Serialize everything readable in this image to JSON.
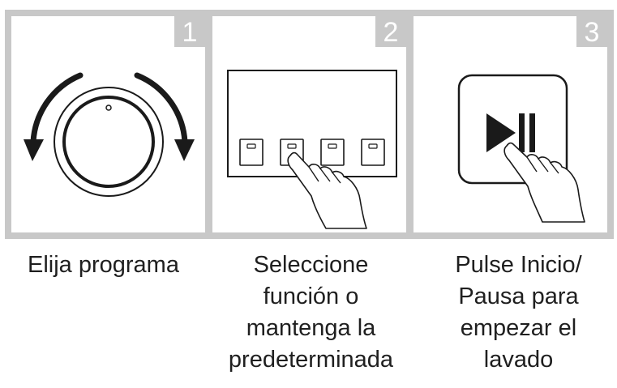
{
  "steps": [
    {
      "number": "1",
      "icon": "rotary-knob-icon",
      "caption": [
        "Elija  programa"
      ]
    },
    {
      "number": "2",
      "icon": "function-buttons-icon",
      "caption": [
        "Seleccione",
        "función o",
        "mantenga la",
        "predeterminada"
      ]
    },
    {
      "number": "3",
      "icon": "start-pause-button-icon",
      "caption": [
        "Pulse Inicio/",
        "Pausa para",
        "empezar el",
        "lavado"
      ]
    }
  ],
  "colors": {
    "frame": "#c8c8c8",
    "ink": "#1a1a1a"
  }
}
